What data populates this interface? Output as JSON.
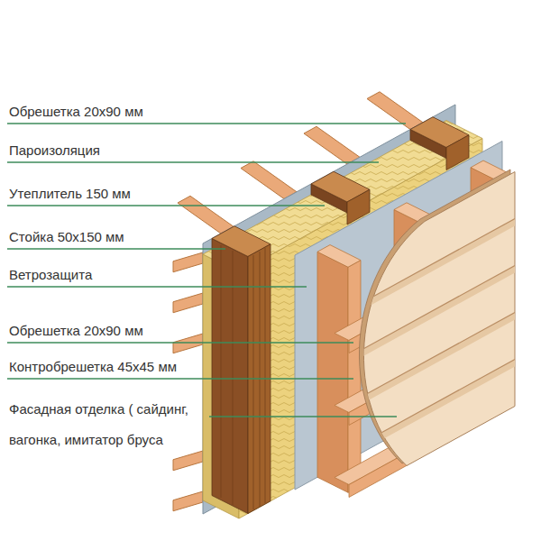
{
  "diagram": {
    "labels": [
      "Обрешетка 20х90 мм",
      "Пароизоляция",
      "Утеплитель 150 мм",
      "Стойка 50х150 мм",
      "Ветрозащита",
      "Обрешетка 20х90 мм",
      "Контробрешетка 45х45 мм",
      "Фасадная отделка ( сайдинг, вагонка, имитатор бруса"
    ]
  }
}
